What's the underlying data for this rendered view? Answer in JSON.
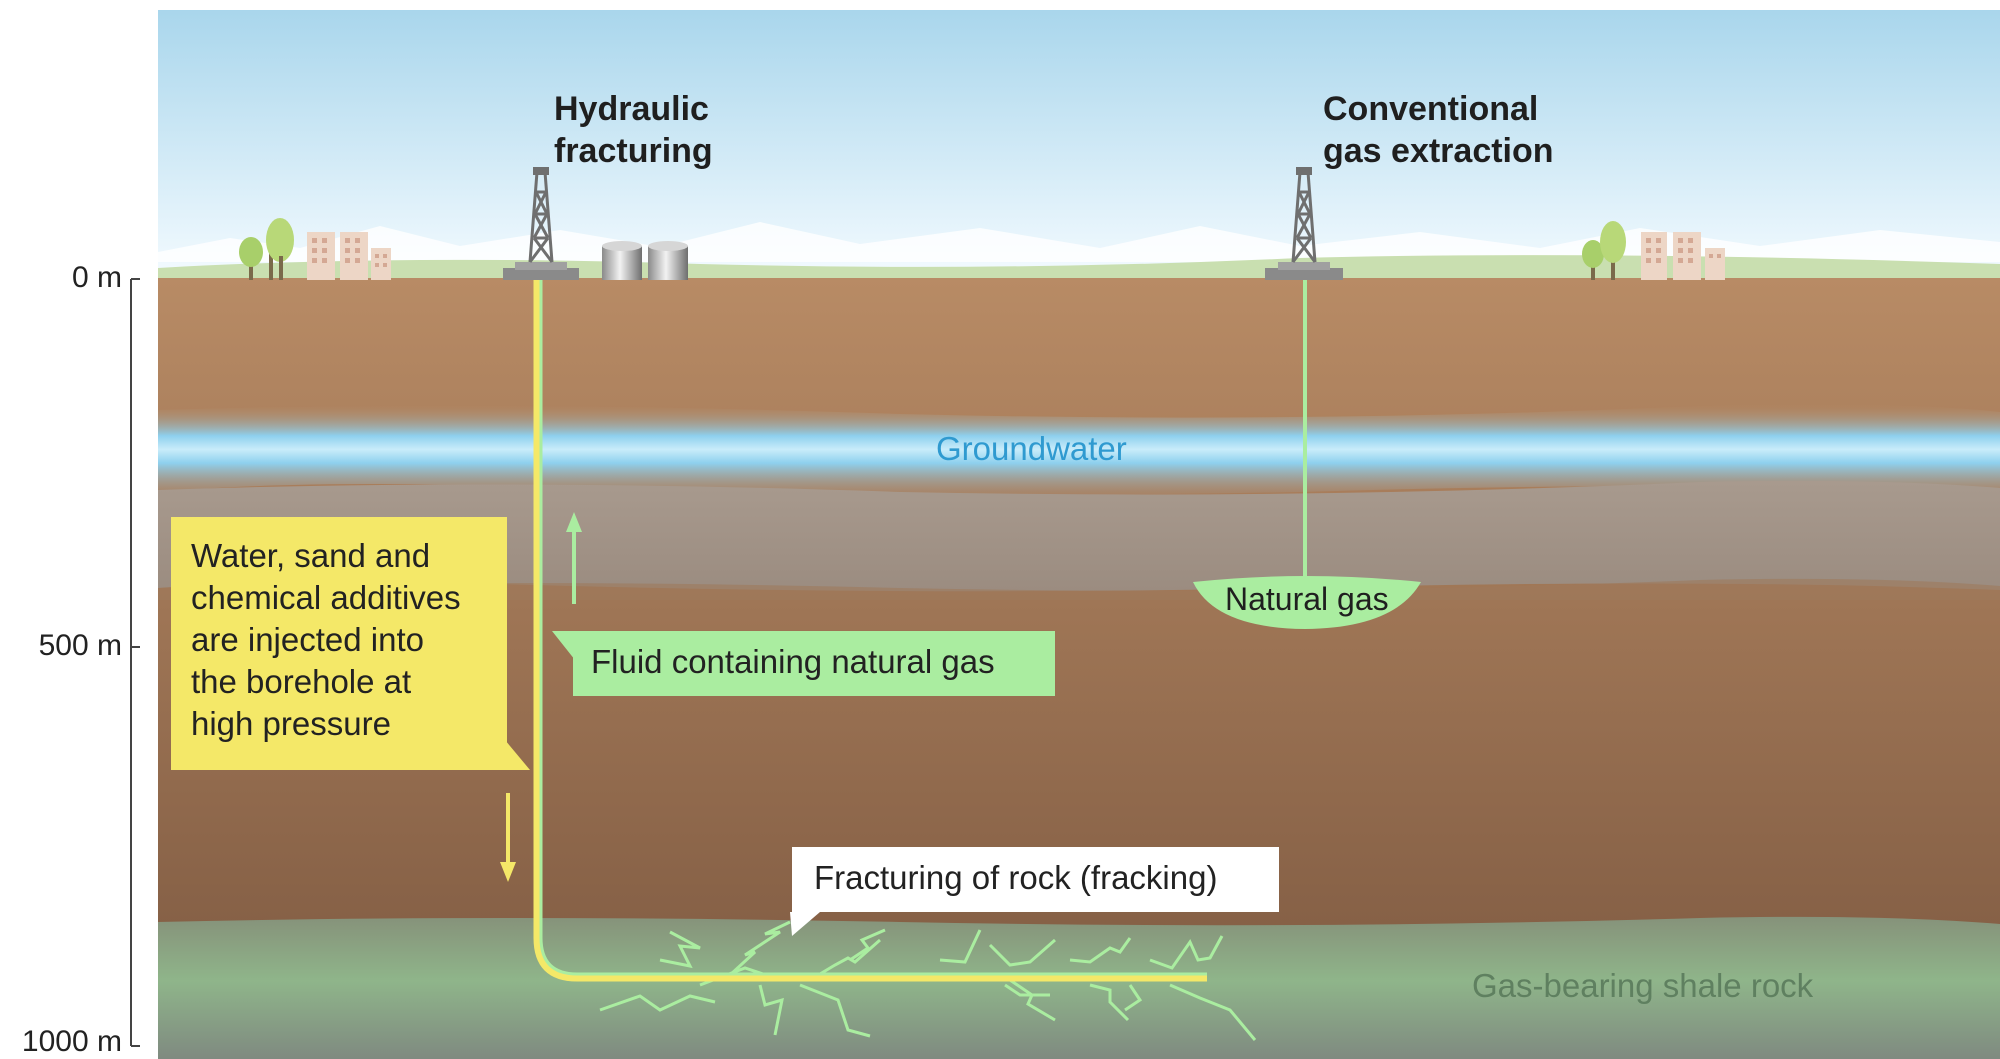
{
  "scale": {
    "ticks": [
      {
        "label": "0 m"
      },
      {
        "label": "500 m"
      },
      {
        "label": "1000 m"
      }
    ]
  },
  "titles": {
    "hydraulic": [
      "Hydraulic",
      "fracturing"
    ],
    "conventional": [
      "Conventional",
      "gas extraction"
    ]
  },
  "layers": {
    "groundwater": "Groundwater",
    "shale": "Gas-bearing shale rock",
    "natural_gas": "Natural gas"
  },
  "callouts": {
    "injection": [
      "Water, sand and",
      "chemical additives",
      "are injected into",
      "the borehole at",
      "high pressure"
    ],
    "fluid": "Fluid containing natural gas",
    "fracturing": "Fracturing of rock (fracking)"
  },
  "colors": {
    "sky_top": "#a9d6ec",
    "soil_top": "#b88b65",
    "soil_bottom": "#7c5840",
    "groundwater": "#8ed0ee",
    "gray_layer": "#a3968d",
    "shale_green": "#8fb58a",
    "fluid_green": "#aaeda0",
    "injection_yellow": "#f4e868",
    "groundwater_text": "#2f9ad0",
    "shale_text": "#5f8060"
  },
  "icons": {
    "derrick": "derrick-icon",
    "tank": "storage-tank-icon",
    "tree": "tree-icon",
    "building": "building-icon",
    "arrow_up": "arrow-up-icon",
    "arrow_down": "arrow-down-icon"
  }
}
